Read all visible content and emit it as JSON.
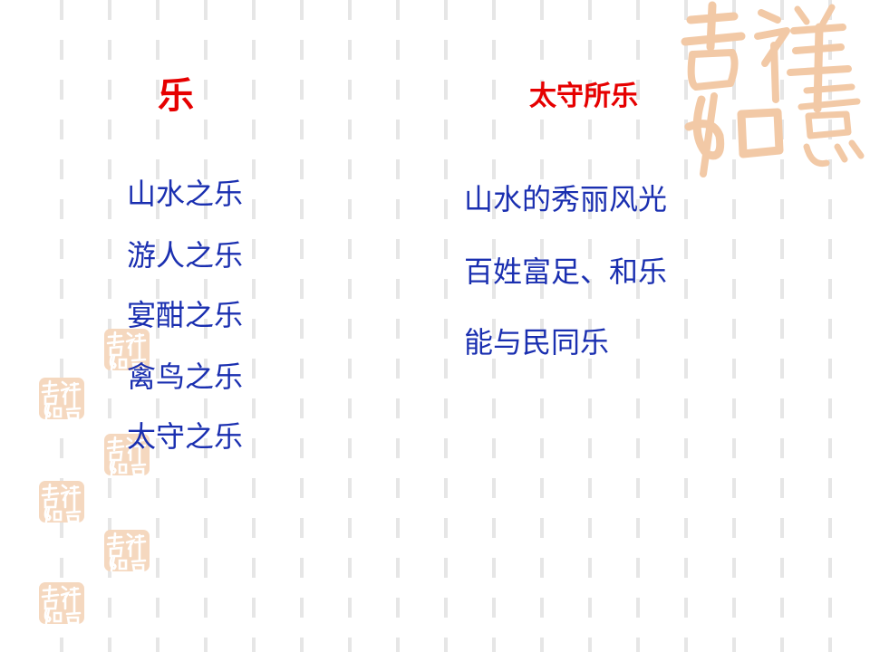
{
  "slide": {
    "left_title": "乐",
    "right_title": "太守所乐",
    "left_items": [
      "山水之乐",
      "游人之乐",
      "宴酣之乐",
      "禽鸟之乐",
      "太守之乐"
    ],
    "right_items": [
      "山水的秀丽风光",
      "百姓富足、和乐",
      "能与民同乐"
    ]
  },
  "colors": {
    "title": "#e60000",
    "body_text": "#1a2fb0",
    "seal": "#f2c9a6",
    "background_lines": "#e6e6e6"
  },
  "decoration": {
    "large_seal_icon": "jixiang-ruyi-seal-icon",
    "small_seal_icon": "jixiang-ruyi-stamp-icon"
  }
}
